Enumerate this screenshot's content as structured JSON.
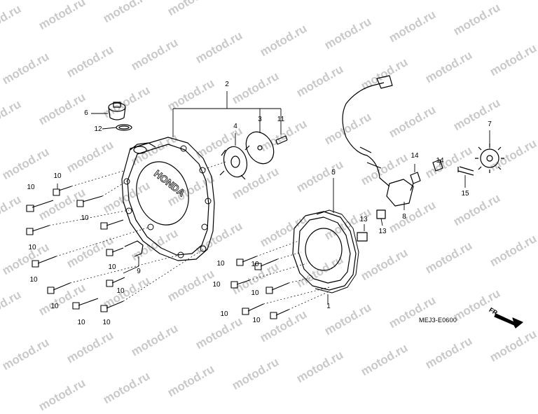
{
  "watermark": "motod.ru",
  "diagram_code": "MEJ3-E0600",
  "front_arrow_label": "FR.",
  "cover_emblem": "HONDA",
  "callouts": [
    {
      "id": "c1",
      "text": "1"
    },
    {
      "id": "c2",
      "text": "2"
    },
    {
      "id": "c3",
      "text": "3"
    },
    {
      "id": "c4",
      "text": "4"
    },
    {
      "id": "c5",
      "text": "5"
    },
    {
      "id": "c6",
      "text": "6"
    },
    {
      "id": "c7",
      "text": "7"
    },
    {
      "id": "c8",
      "text": "8"
    },
    {
      "id": "c9",
      "text": "9"
    },
    {
      "id": "c10",
      "text": "10"
    },
    {
      "id": "c11",
      "text": "11"
    },
    {
      "id": "c12",
      "text": "12"
    },
    {
      "id": "c13",
      "text": "13"
    },
    {
      "id": "c13b",
      "text": "13"
    },
    {
      "id": "c14",
      "text": "14"
    },
    {
      "id": "c14b",
      "text": "14"
    },
    {
      "id": "c15",
      "text": "15"
    },
    {
      "id": "c10a",
      "text": "10"
    },
    {
      "id": "c10b",
      "text": "10"
    },
    {
      "id": "c10c",
      "text": "10"
    },
    {
      "id": "c10d",
      "text": "10"
    },
    {
      "id": "c10e",
      "text": "10"
    },
    {
      "id": "c10f",
      "text": "10"
    },
    {
      "id": "c10g",
      "text": "10"
    },
    {
      "id": "c10h",
      "text": "10"
    },
    {
      "id": "c10i",
      "text": "10"
    },
    {
      "id": "c10j",
      "text": "10"
    },
    {
      "id": "c10k",
      "text": "10"
    },
    {
      "id": "c10l",
      "text": "10"
    },
    {
      "id": "c10m",
      "text": "10"
    },
    {
      "id": "c10n",
      "text": "10"
    },
    {
      "id": "c10o",
      "text": "10"
    },
    {
      "id": "c10p",
      "text": "10"
    }
  ]
}
